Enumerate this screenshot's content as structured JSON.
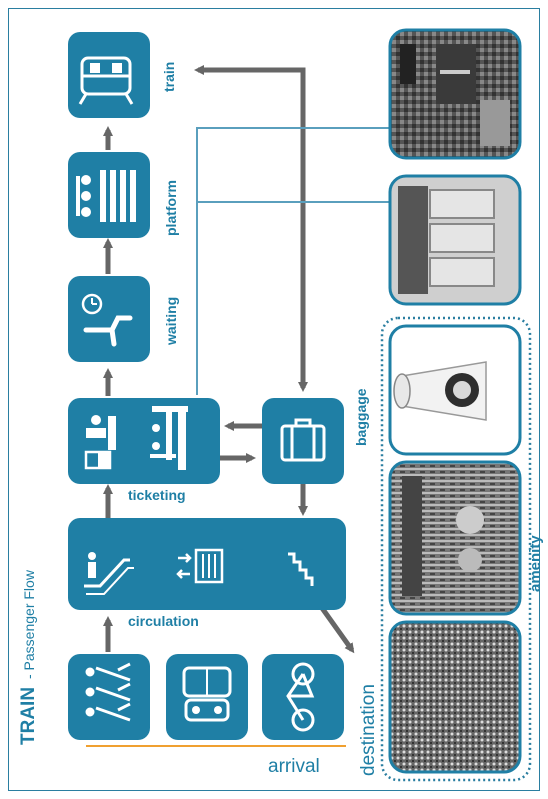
{
  "title": {
    "main": "TRAIN",
    "sub": "- Passenger Flow"
  },
  "colors": {
    "box": "#1f7fa5",
    "box_dark": "#17698b",
    "arrow": "#666666",
    "line": "#5a9fbd",
    "text": "#1f7fa5",
    "arrival_line": "#f0a030",
    "border": "#2a7ea0"
  },
  "nodes": {
    "train": "train",
    "platform": "platform",
    "waiting": "waiting",
    "ticketing": "ticketing",
    "baggage": "baggage",
    "circulation": "circulation",
    "arrival": "arrival",
    "destination": "destination",
    "amenity": "amenity"
  },
  "icons": {
    "train": "train-front-icon",
    "platform": "platform-people-icon",
    "waiting": "waiting-seat-clock-icon",
    "ticketing_counter": "ticket-counter-icon",
    "ticketing_machine": "ticket-machine-icon",
    "baggage": "suitcase-icon",
    "escalator": "escalator-icon",
    "gate": "fare-gate-icon",
    "stairs": "stairs-icon",
    "walk": "walking-people-icon",
    "bus": "bus-front-icon",
    "bike": "bicycle-icon"
  },
  "photos": [
    "departure-board-photo",
    "ticket-machines-photo",
    "coffee-cup-photo",
    "station-shops-photo",
    "newsstand-photo"
  ]
}
